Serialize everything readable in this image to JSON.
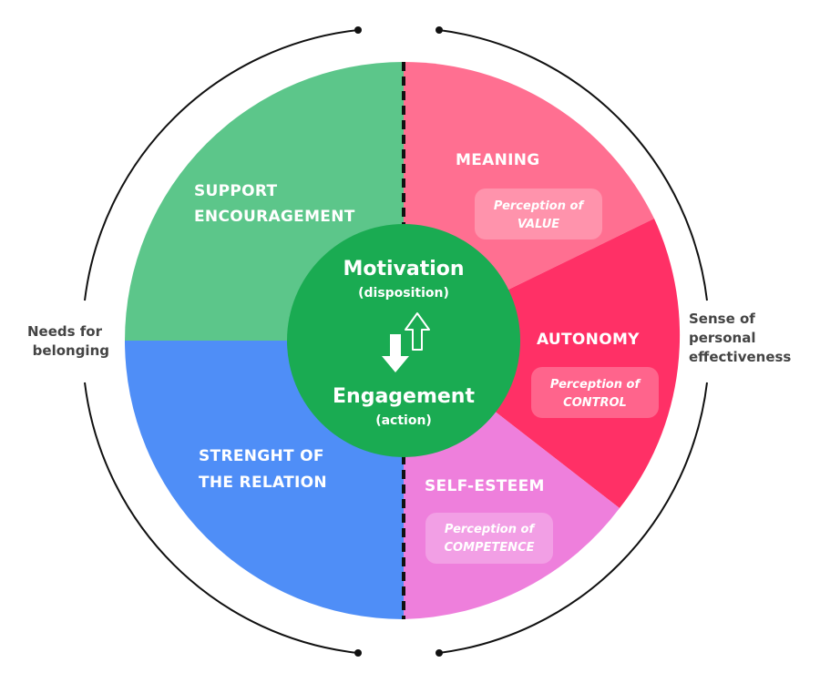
{
  "colors": {
    "support": "#5cc68a",
    "strength": "#4f8ef7",
    "meaning": "#ff6f91",
    "autonomy": "#ff3066",
    "self_esteem": "#ee7fdc",
    "center": "#1aab52",
    "pill": "rgba(255,255,255,0.25)"
  },
  "center": {
    "motivation": "Motivation",
    "disposition": "(disposition)",
    "engagement": "Engagement",
    "action": "(action)"
  },
  "segments": {
    "support": {
      "line1": "SUPPORT",
      "line2": "ENCOURAGEMENT"
    },
    "strength": {
      "line1": "STRENGHT OF",
      "line2": "THE RELATION"
    },
    "meaning": {
      "title": "MEANING",
      "pill1": "Perception of",
      "pill2": "VALUE"
    },
    "autonomy": {
      "title": "AUTONOMY",
      "pill1": "Perception of",
      "pill2": "CONTROL"
    },
    "self_esteem": {
      "title": "SELF-ESTEEM",
      "pill1": "Perception of",
      "pill2": "COMPETENCE"
    }
  },
  "side_labels": {
    "left": {
      "line1": "Needs for",
      "line2": "belonging"
    },
    "right": {
      "line1": "Sense of",
      "line2": "personal",
      "line3": "effectiveness"
    }
  },
  "icons": {
    "center_arrows": "up-down-arrows-icon"
  }
}
